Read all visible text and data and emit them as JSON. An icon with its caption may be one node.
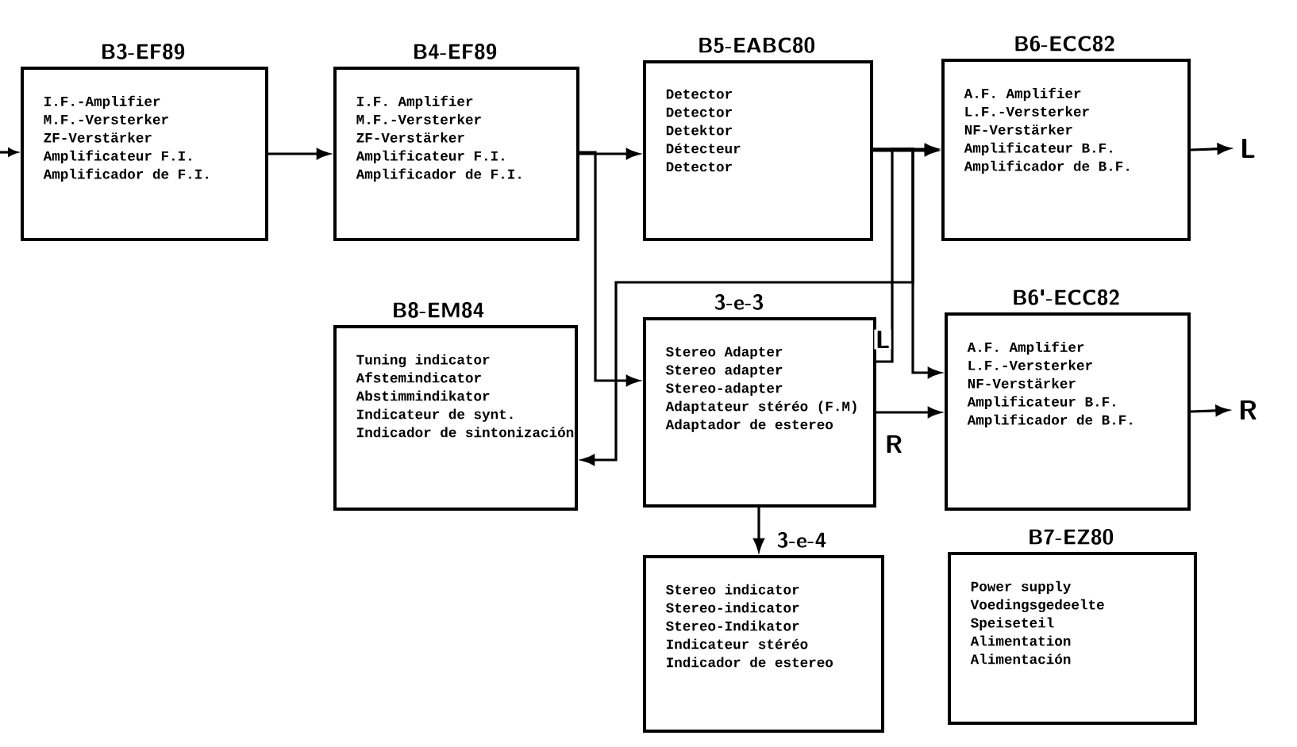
{
  "diagram": {
    "nodes": [
      {
        "text": [
          "B3-EF89",
          "I.F.-Amplifier",
          "M.F.-Versterker",
          "ZF-Verstärker",
          "Amplificateur F.I.",
          "Amplificador de F.I."
        ]
      },
      {
        "text": [
          "B4-EF89",
          "I.F. Amplifier",
          "M.F.-Versterker",
          "ZF-Verstärker",
          "Amplificateur F.I.",
          "Amplificador de F.I."
        ]
      },
      {
        "text": [
          "B5-EABC80",
          "Detector",
          "Detector",
          "Detektor",
          "Détecteur",
          "Detector"
        ]
      },
      {
        "text": [
          "B6-ECC82",
          "A.F. Amplifier",
          "L.F.-Versterker",
          "NF-Verstärker",
          "Amplificateur B.F.",
          "Amplificador de B.F."
        ]
      },
      {
        "text": [
          "B8-EM84",
          "Tuning indicator",
          "Afstemindicator",
          "Abstimmindikator",
          "Indicateur de synt.",
          "Indicador de sintonización"
        ]
      },
      {
        "text": [
          "3-e-3",
          "Stereo Adapter",
          "Stereo adapter",
          "Stereo-adapter",
          "Adaptateur stéréo (F.M)",
          "Adaptador de estereo"
        ]
      },
      {
        "text": [
          "B6'-ECC82",
          "A.F. Amplifier",
          "L.F.-Versterker",
          "NF-Verstärker",
          "Amplificateur B.F.",
          "Amplificador de B.F."
        ]
      },
      {
        "text": [
          "3-e-4",
          "Stereo indicator",
          "Stereo-indicator",
          "Stereo-Indikator",
          "Indicateur stéréo",
          "Indicador de estereo"
        ]
      },
      {
        "text": [
          "B7-EZ80",
          "Power supply",
          "Voedingsgedeelte",
          "Speiseteil",
          "Alimentation",
          "Alimentación"
        ]
      },
      {
        "text": [
          "L"
        ]
      },
      {
        "text": [
          "R"
        ]
      }
    ],
    "edges": [
      {
        "from": null,
        "to": 0,
        "arrow": "to"
      },
      {
        "from": 0,
        "to": 1,
        "arrow": "to"
      },
      {
        "from": 1,
        "to": 2,
        "arrow": "to"
      },
      {
        "from": 1,
        "to": 5,
        "arrow": "to"
      },
      {
        "from": 2,
        "to": 3,
        "arrow": "to"
      },
      {
        "from": 2,
        "to": 4,
        "arrow": "to"
      },
      {
        "from": 2,
        "to": 6,
        "arrow": "to"
      },
      {
        "from": 5,
        "to": 3,
        "label": "L",
        "arrow": "to"
      },
      {
        "from": 5,
        "to": 6,
        "label": "R",
        "arrow": "to"
      },
      {
        "from": 3,
        "to": 9,
        "arrow": "to"
      },
      {
        "from": 6,
        "to": 10,
        "arrow": "to"
      },
      {
        "from": 5,
        "to": 7,
        "arrow": "to"
      }
    ]
  }
}
